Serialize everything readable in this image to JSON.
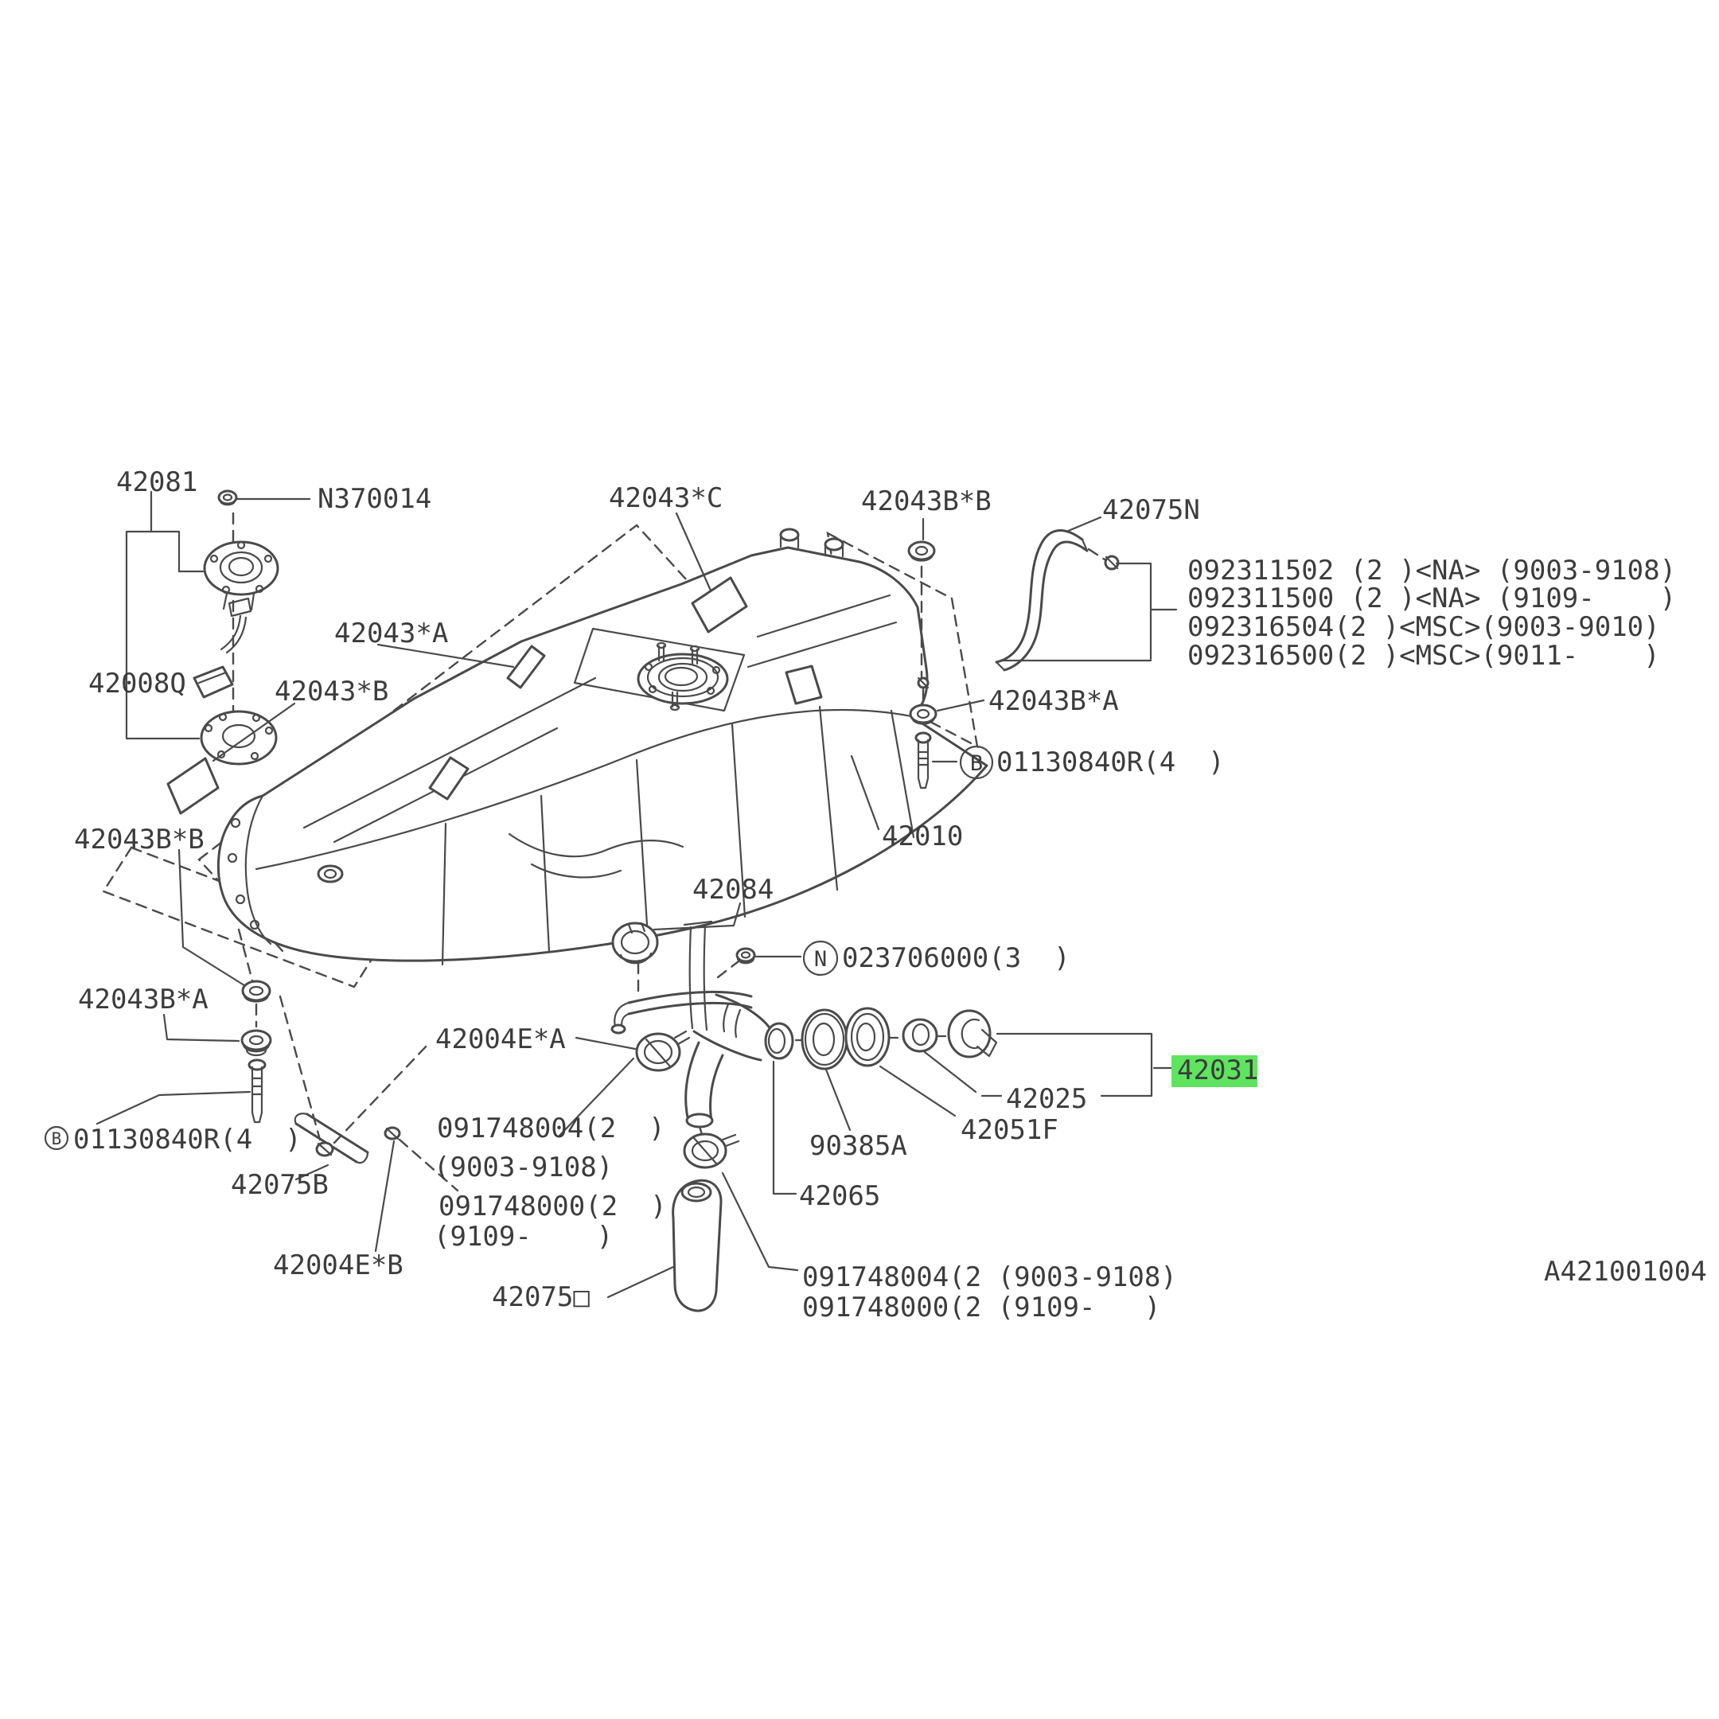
{
  "colors": {
    "highlight": "#5fe45f",
    "ink": "#4a4a4a",
    "text": "#3c3c3c",
    "background": "#ffffff"
  },
  "labels": {
    "part_42081": "42081",
    "part_n370014": "N370014",
    "part_42008q": "42008Q",
    "part_42043_b": "42043*B",
    "part_42043_a": "42043*A",
    "part_42043_c": "42043*C",
    "part_42043b_b_top": "42043B*B",
    "part_42075n": "42075N",
    "hose_clip_line1": "092311502 (2 )<NA> (9003-9108)",
    "hose_clip_line2": "092311500 (2 )<NA> (9109-    )",
    "hose_clip_line3": "092316504(2 )<MSC>(9003-9010)",
    "hose_clip_line4": "092316500(2 )<MSC>(9011-    )",
    "part_42043b_a_right": "42043B*A",
    "prefix_b": "B",
    "bolt_right": "01130840R(4  )",
    "part_42010": "42010",
    "part_42084": "42084",
    "prefix_n": "N",
    "nut_023706000": "023706000(3  )",
    "part_42043b_b_left": "42043B*B",
    "part_42043b_a_left": "42043B*A",
    "bolt_left": "01130840R(4  )",
    "part_42004e_a": "42004E*A",
    "part_42075b": "42075B",
    "clamp_block_line1": "091748004(2  )",
    "clamp_block_line2": "(9003-9108)",
    "clamp_block_line3": "091748000(2  )",
    "clamp_block_line4": "(9109-    )",
    "part_42004e_b": "42004E*B",
    "part_42075d": "42075□",
    "part_90385a": "90385A",
    "part_42065": "42065",
    "part_42051f": "42051F",
    "part_42025": "42025",
    "part_42031": "42031",
    "filler_clamp_line1": "091748004(2 (9003-9108)",
    "filler_clamp_line2": "091748000(2 (9109-   )",
    "diagram_code": "A421001004"
  }
}
